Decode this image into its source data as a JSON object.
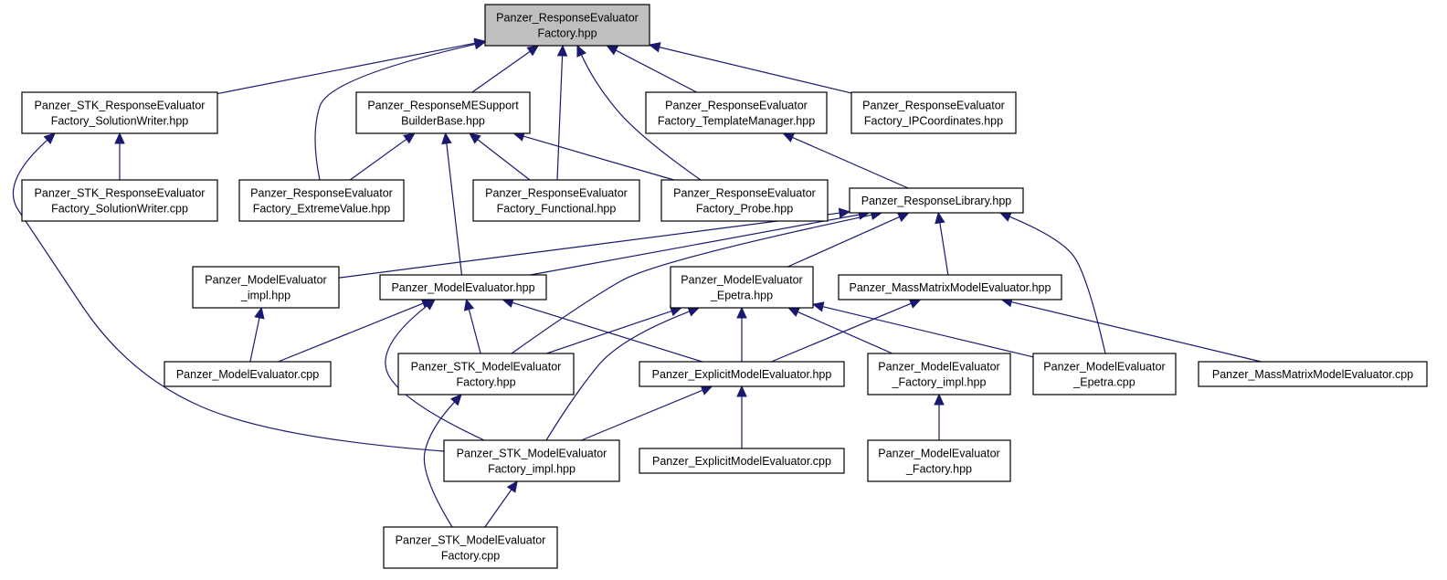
{
  "diagram": {
    "colors": {
      "edge": "#191970",
      "node_border": "#000000",
      "root_fill": "#bfbfbf",
      "node_fill": "#ffffff"
    },
    "nodes": [
      {
        "id": "root",
        "lines": [
          "Panzer_ResponseEvaluator",
          "Factory.hpp"
        ],
        "root": true
      },
      {
        "id": "stk_sw_hpp",
        "lines": [
          "Panzer_STK_ResponseEvaluator",
          "Factory_SolutionWriter.hpp"
        ]
      },
      {
        "id": "me_support",
        "lines": [
          "Panzer_ResponseMESupport",
          "BuilderBase.hpp"
        ]
      },
      {
        "id": "tmpl_mgr",
        "lines": [
          "Panzer_ResponseEvaluator",
          "Factory_TemplateManager.hpp"
        ]
      },
      {
        "id": "ipcoords",
        "lines": [
          "Panzer_ResponseEvaluator",
          "Factory_IPCoordinates.hpp"
        ]
      },
      {
        "id": "stk_sw_cpp",
        "lines": [
          "Panzer_STK_ResponseEvaluator",
          "Factory_SolutionWriter.cpp"
        ]
      },
      {
        "id": "extreme",
        "lines": [
          "Panzer_ResponseEvaluator",
          "Factory_ExtremeValue.hpp"
        ]
      },
      {
        "id": "functional",
        "lines": [
          "Panzer_ResponseEvaluator",
          "Factory_Functional.hpp"
        ]
      },
      {
        "id": "probe",
        "lines": [
          "Panzer_ResponseEvaluator",
          "Factory_Probe.hpp"
        ]
      },
      {
        "id": "resp_lib",
        "lines": [
          "Panzer_ResponseLibrary.hpp"
        ]
      },
      {
        "id": "me_impl",
        "lines": [
          "Panzer_ModelEvaluator",
          "_impl.hpp"
        ]
      },
      {
        "id": "me_hpp",
        "lines": [
          "Panzer_ModelEvaluator.hpp"
        ]
      },
      {
        "id": "me_epetra",
        "lines": [
          "Panzer_ModelEvaluator",
          "_Epetra.hpp"
        ]
      },
      {
        "id": "mass_hpp",
        "lines": [
          "Panzer_MassMatrixModelEvaluator.hpp"
        ]
      },
      {
        "id": "me_cpp",
        "lines": [
          "Panzer_ModelEvaluator.cpp"
        ]
      },
      {
        "id": "stk_mef_hpp",
        "lines": [
          "Panzer_STK_ModelEvaluator",
          "Factory.hpp"
        ]
      },
      {
        "id": "explicit_hpp",
        "lines": [
          "Panzer_ExplicitModelEvaluator.hpp"
        ]
      },
      {
        "id": "mef_impl",
        "lines": [
          "Panzer_ModelEvaluator",
          "_Factory_impl.hpp"
        ]
      },
      {
        "id": "me_epetra_cpp",
        "lines": [
          "Panzer_ModelEvaluator",
          "_Epetra.cpp"
        ]
      },
      {
        "id": "mass_cpp",
        "lines": [
          "Panzer_MassMatrixModelEvaluator.cpp"
        ]
      },
      {
        "id": "stk_mef_impl",
        "lines": [
          "Panzer_STK_ModelEvaluator",
          "Factory_impl.hpp"
        ]
      },
      {
        "id": "explicit_cpp",
        "lines": [
          "Panzer_ExplicitModelEvaluator.cpp"
        ]
      },
      {
        "id": "mef_hpp",
        "lines": [
          "Panzer_ModelEvaluator",
          "_Factory.hpp"
        ]
      },
      {
        "id": "stk_mef_cpp",
        "lines": [
          "Panzer_STK_ModelEvaluator",
          "Factory.cpp"
        ]
      }
    ],
    "edges": [
      {
        "from": "stk_sw_hpp",
        "to": "root"
      },
      {
        "from": "extreme",
        "to": "root"
      },
      {
        "from": "me_support",
        "to": "root"
      },
      {
        "from": "functional",
        "to": "root"
      },
      {
        "from": "probe",
        "to": "root"
      },
      {
        "from": "tmpl_mgr",
        "to": "root"
      },
      {
        "from": "ipcoords",
        "to": "root"
      },
      {
        "from": "stk_sw_cpp",
        "to": "stk_sw_hpp"
      },
      {
        "from": "stk_mef_impl",
        "to": "stk_sw_hpp"
      },
      {
        "from": "extreme",
        "to": "me_support"
      },
      {
        "from": "functional",
        "to": "me_support"
      },
      {
        "from": "probe",
        "to": "me_support"
      },
      {
        "from": "me_hpp",
        "to": "me_support"
      },
      {
        "from": "resp_lib",
        "to": "tmpl_mgr"
      },
      {
        "from": "me_impl",
        "to": "resp_lib"
      },
      {
        "from": "me_hpp",
        "to": "resp_lib"
      },
      {
        "from": "me_epetra",
        "to": "resp_lib"
      },
      {
        "from": "mass_hpp",
        "to": "resp_lib"
      },
      {
        "from": "stk_mef_hpp",
        "to": "resp_lib"
      },
      {
        "from": "me_epetra_cpp",
        "to": "resp_lib"
      },
      {
        "from": "me_cpp",
        "to": "me_impl"
      },
      {
        "from": "me_cpp",
        "to": "me_hpp"
      },
      {
        "from": "stk_mef_hpp",
        "to": "me_hpp"
      },
      {
        "from": "explicit_hpp",
        "to": "me_hpp"
      },
      {
        "from": "stk_mef_impl",
        "to": "me_hpp"
      },
      {
        "from": "stk_mef_hpp",
        "to": "me_epetra"
      },
      {
        "from": "explicit_hpp",
        "to": "me_epetra"
      },
      {
        "from": "mef_impl",
        "to": "me_epetra"
      },
      {
        "from": "me_epetra_cpp",
        "to": "me_epetra"
      },
      {
        "from": "stk_mef_impl",
        "to": "me_epetra"
      },
      {
        "from": "explicit_hpp",
        "to": "mass_hpp"
      },
      {
        "from": "mass_cpp",
        "to": "mass_hpp"
      },
      {
        "from": "stk_mef_cpp",
        "to": "stk_mef_hpp"
      },
      {
        "from": "stk_mef_impl",
        "to": "explicit_hpp"
      },
      {
        "from": "explicit_cpp",
        "to": "explicit_hpp"
      },
      {
        "from": "mef_hpp",
        "to": "mef_impl"
      },
      {
        "from": "stk_mef_cpp",
        "to": "stk_mef_impl"
      }
    ]
  }
}
